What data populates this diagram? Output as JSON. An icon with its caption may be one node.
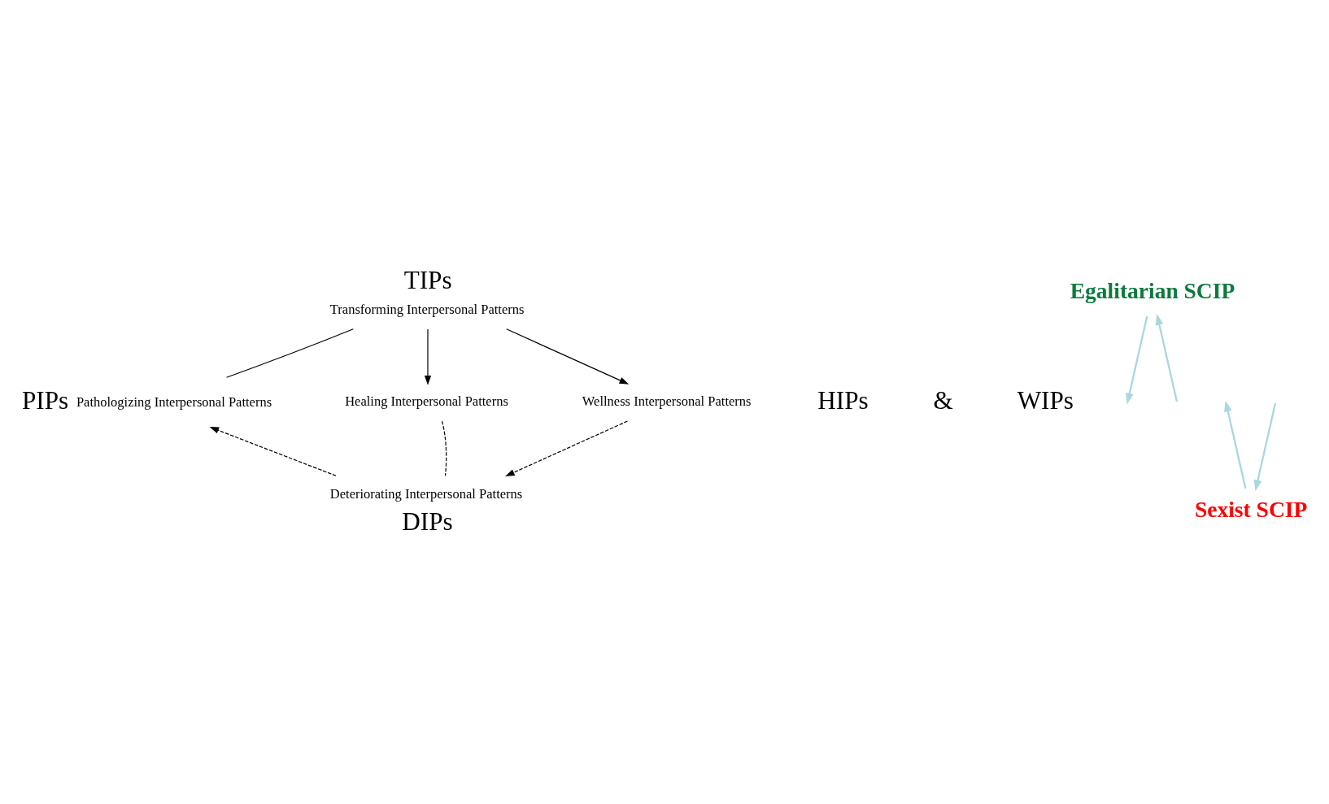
{
  "diagram": {
    "nodes": [
      {
        "text": [
          "Transforming Interpersonal Patterns"
        ],
        "beside": [
          "TIPs"
        ]
      },
      {
        "text": [
          "Pathologizing Interpersonal Patterns"
        ],
        "beside": [
          "PIPs"
        ]
      },
      {
        "text": [
          "Healing Interpersonal Patterns"
        ]
      },
      {
        "text": [
          "Wellness Interpersonal Patterns"
        ]
      },
      {
        "text": [
          "Deteriorating Interpersonal Patterns"
        ],
        "beside": [
          "DIPs"
        ]
      },
      {
        "text": [
          "Egalitarian SCIP"
        ]
      },
      {
        "text": [
          "Sexist SCIP"
        ]
      }
    ],
    "edges": [
      {
        "from": 1,
        "to": 0,
        "arrow": "none"
      },
      {
        "from": 0,
        "to": 2,
        "arrow": "to"
      },
      {
        "from": 0,
        "to": 3,
        "arrow": "to"
      },
      {
        "from": 2,
        "to": 4,
        "arrow": "none",
        "style": "dashed"
      },
      {
        "from": 3,
        "to": 4,
        "arrow": "to",
        "style": "dashed"
      },
      {
        "from": 4,
        "to": 1,
        "arrow": "to",
        "style": "dashed"
      },
      {
        "from": null,
        "to": 5,
        "arrow": "to",
        "color": "#a8d8dc"
      },
      {
        "from": 5,
        "to": null,
        "arrow": "to",
        "color": "#a8d8dc"
      },
      {
        "from": 6,
        "to": null,
        "arrow": "to",
        "color": "#a8d8dc"
      },
      {
        "from": null,
        "to": 6,
        "arrow": "to",
        "color": "#a8d8dc"
      }
    ],
    "labels": [
      "HIPs",
      "&",
      "WIPs"
    ]
  }
}
